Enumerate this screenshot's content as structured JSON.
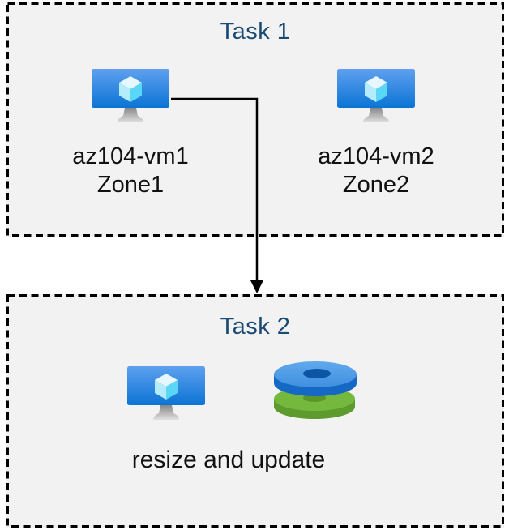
{
  "diagram": {
    "task1": {
      "title": "Task 1",
      "vms": [
        {
          "name": "az104-vm1",
          "zone": "Zone1"
        },
        {
          "name": "az104-vm2",
          "zone": "Zone2"
        }
      ]
    },
    "task2": {
      "title": "Task 2",
      "caption": "resize and update"
    }
  },
  "icons": {
    "vm": "azure-virtual-machine-icon",
    "disks": "azure-managed-disks-icon",
    "arrow": "down-arrow-connector"
  },
  "colors": {
    "box_fill": "#f2f2f2",
    "box_border": "#000000",
    "title_text": "#1b4a73",
    "label_text": "#111111",
    "arrow": "#000000",
    "vm_screen_top": "#5ea0ef",
    "vm_screen_bottom": "#0b74d4",
    "vm_cube_top": "#e6f7fe",
    "vm_cube_left": "#b5ecfb",
    "vm_cube_right": "#5ad7f7",
    "disk_blue_top": "#4f9de8",
    "disk_blue_side": "#1668c5",
    "disk_blue_hole": "#0d55a5",
    "disk_green_top": "#74b83e",
    "disk_green_side": "#5d9b2d",
    "disk_green_hole": "#5a9629"
  }
}
